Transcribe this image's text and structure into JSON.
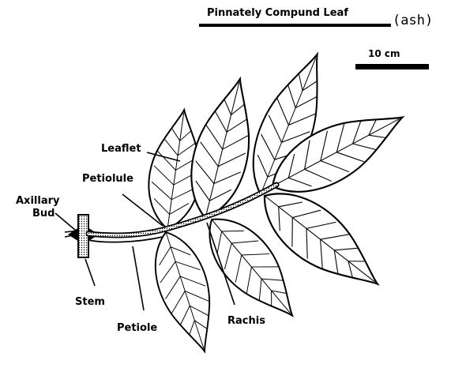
{
  "title": "Pinnately Compund Leaf",
  "subtitle": "(ash)",
  "scale_label": "10 cm",
  "labels": {
    "leaflet": "Leaflet",
    "petiolule": "Petiolule",
    "axillary_bud_line1": "Axillary",
    "axillary_bud_line2": "Bud",
    "stem": "Stem",
    "petiole": "Petiole",
    "rachis": "Rachis"
  }
}
